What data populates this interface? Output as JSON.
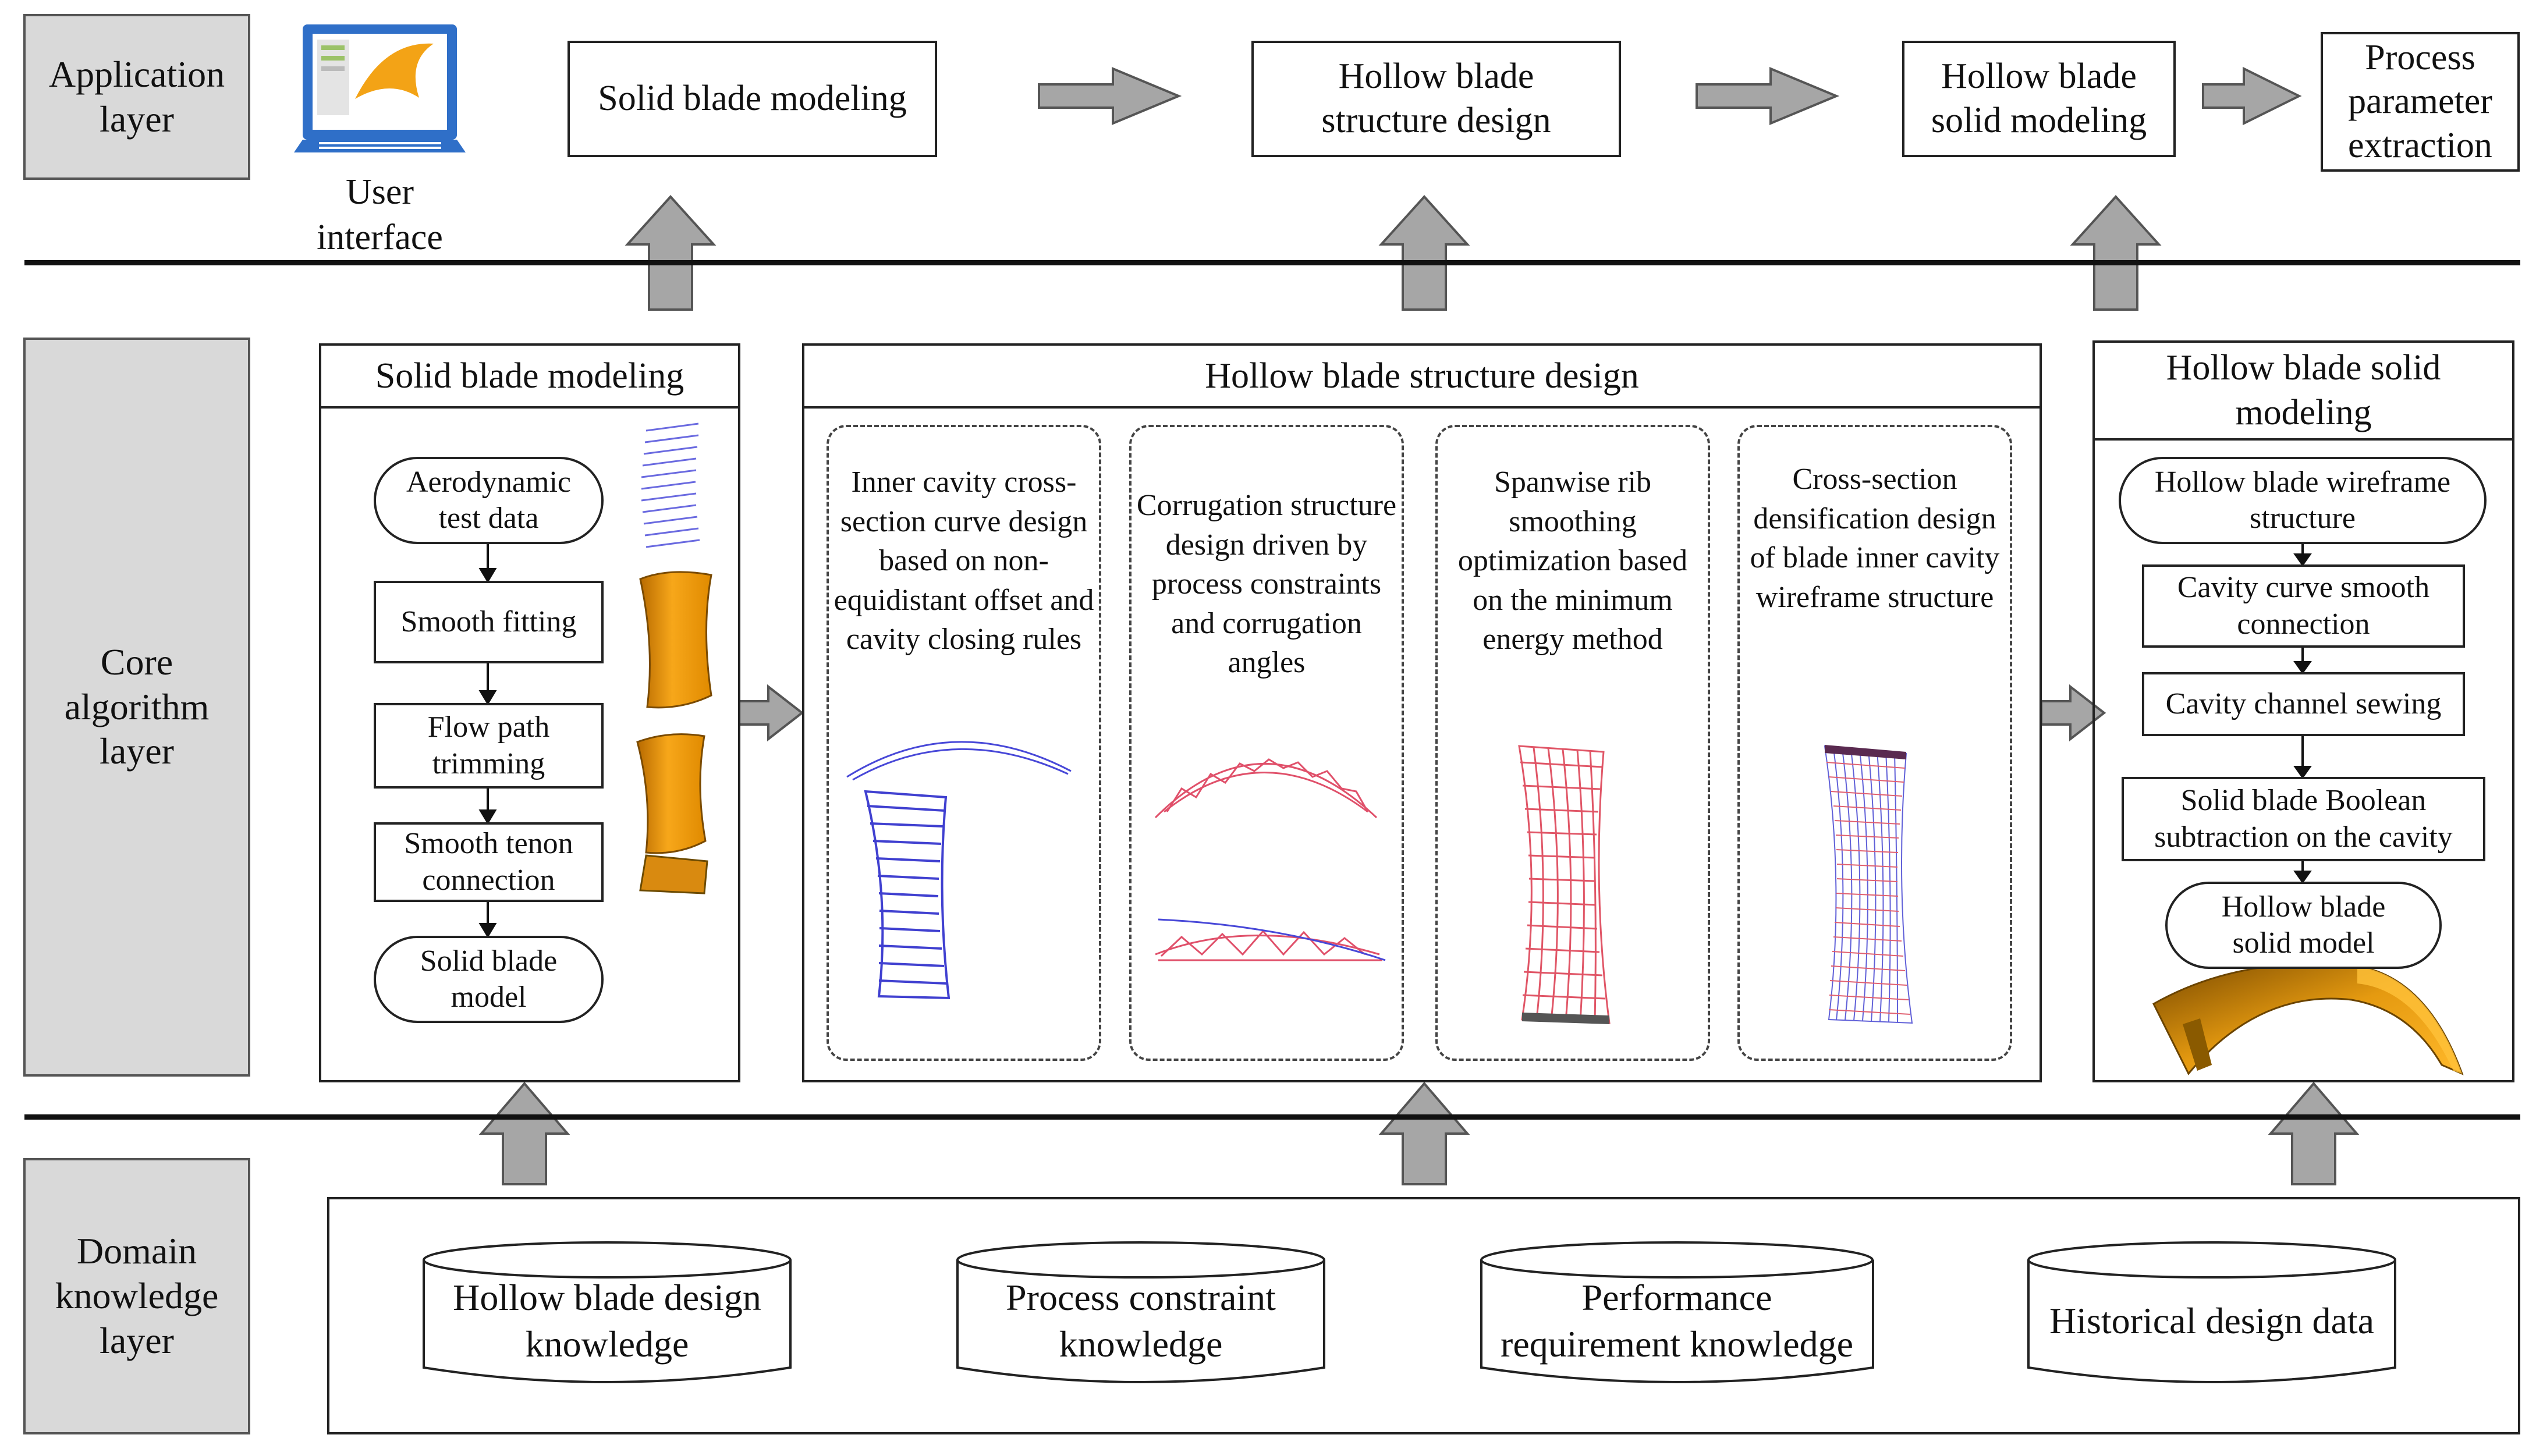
{
  "layers": {
    "application": "Application layer",
    "core": "Core algorithm layer",
    "domain": "Domain knowledge layer"
  },
  "application": {
    "user_interface_label": "User interface",
    "steps": [
      "Solid blade modeling",
      "Hollow blade structure design",
      "Hollow blade solid modeling",
      "Process parameter extraction"
    ]
  },
  "core": {
    "solid_modeling": {
      "title": "Solid blade modeling",
      "steps": [
        "Aerodynamic test data",
        "Smooth fitting",
        "Flow path trimming",
        "Smooth tenon connection",
        "Solid blade model"
      ]
    },
    "hollow_design": {
      "title": "Hollow blade structure design",
      "methods": [
        "Inner cavity cross-section curve design based on non-equidistant offset and cavity closing rules",
        "Corrugation structure design driven by process constraints and corrugation angles",
        "Spanwise rib smoothing optimization based on the minimum energy method",
        "Cross-section densification design of blade inner cavity wireframe structure"
      ]
    },
    "hollow_solid": {
      "title": "Hollow blade solid modeling",
      "steps": [
        "Hollow blade wireframe structure",
        "Cavity curve smooth connection",
        "Cavity channel sewing",
        "Solid blade Boolean subtraction on the cavity",
        "Hollow blade solid model"
      ]
    }
  },
  "knowledge": [
    "Hollow blade design knowledge",
    "Process constraint knowledge",
    "Performance requirement knowledge",
    "Historical design data"
  ],
  "colors": {
    "layer_fill": "#d9d9d9",
    "arrow_fill": "#a6a6a6",
    "blade_orange": "#f5a514",
    "wire_blue": "#3a3ad0",
    "wire_red": "#e0506a"
  },
  "icons": [
    "monitor-icon",
    "blade-render-icon",
    "wireframe-icon"
  ]
}
